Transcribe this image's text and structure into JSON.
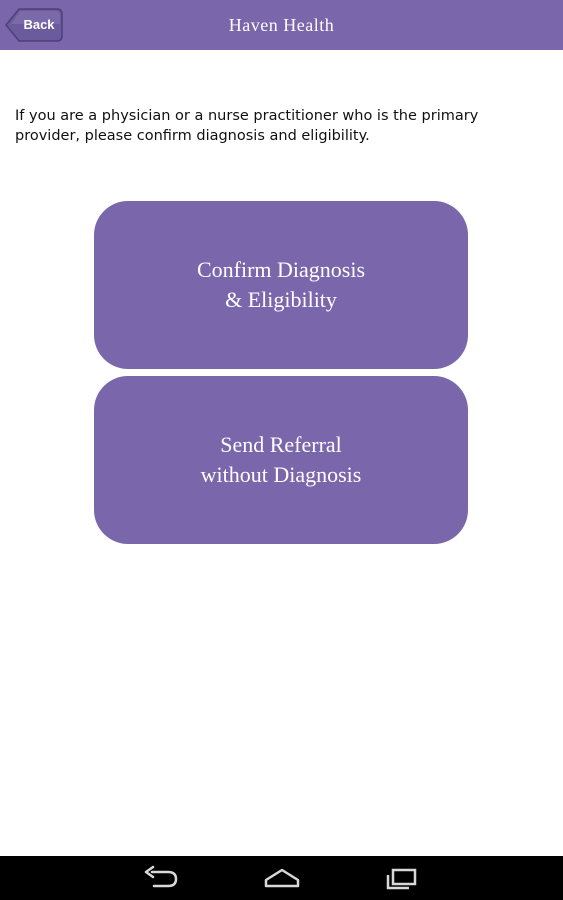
{
  "header": {
    "back_label": "Back",
    "title": "Haven Health"
  },
  "main": {
    "instructions": "If you are a physician or a nurse practitioner who is the primary provider, please confirm diagnosis and eligibility.",
    "buttons": [
      {
        "line1": "Confirm Diagnosis",
        "line2": "& Eligibility"
      },
      {
        "line1": "Send Referral",
        "line2": "without Diagnosis"
      }
    ]
  },
  "navbar": {
    "icons": [
      "back-icon",
      "home-icon",
      "recent-apps-icon"
    ]
  },
  "colors": {
    "accent": "#7966ab",
    "navbar": "#000000",
    "background": "#ffffff"
  }
}
